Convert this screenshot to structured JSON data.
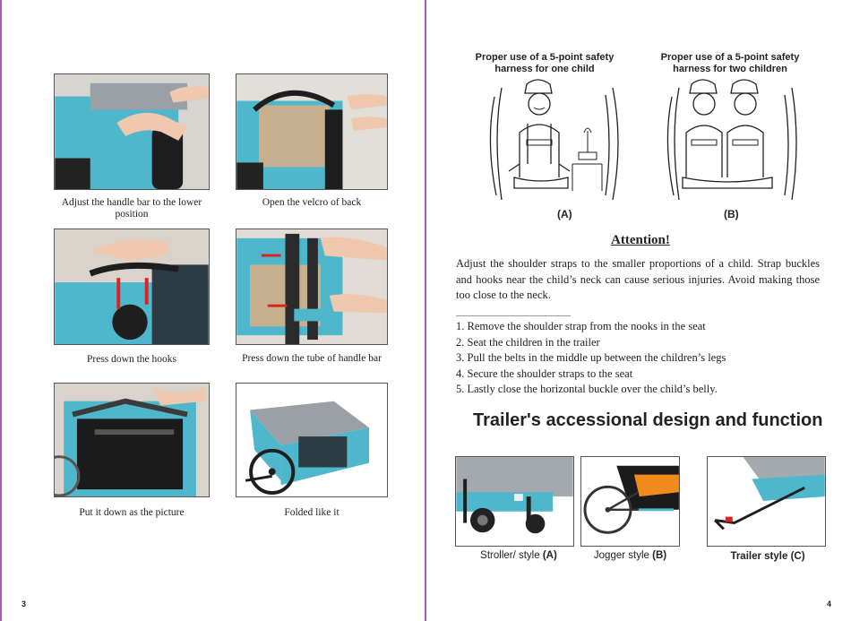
{
  "left_page": {
    "page_number": "3",
    "steps": [
      {
        "caption": "Adjust the handle bar to the lower position",
        "photo_icon": "handlebar-adjust"
      },
      {
        "caption": "Open the velcro of back",
        "photo_icon": "velcro-open"
      },
      {
        "caption": "Press down the hooks",
        "photo_icon": "hooks-press"
      },
      {
        "caption": "Press down the tube of handle bar",
        "photo_icon": "tube-press"
      },
      {
        "caption": "Put it down as the picture",
        "photo_icon": "frame-down"
      },
      {
        "caption": "Folded like it",
        "photo_icon": "folded-trailer"
      }
    ]
  },
  "right_page": {
    "page_number": "4",
    "harness": {
      "one_child_title": "Proper use of a 5-point safety harness for one child",
      "two_children_title": "Proper use of a 5-point safety harness for two children",
      "label_a": "(A)",
      "label_b": "(B)"
    },
    "attention_title": "Attention!",
    "attention_text": "Adjust the shoulder straps to the smaller proportions of a child. Strap buckles and hooks near the child’s neck can cause serious injuries. Avoid making those too close to the neck.",
    "steps": [
      "1. Remove the shoulder strap from the nooks in the seat",
      "2. Seat the children in the trailer",
      "3. Pull the belts in the middle up between the children’s legs",
      "4. Secure the shoulder straps to the seat",
      "5. Lastly close the horizontal buckle over the child’s belly."
    ],
    "section_heading": "Trailer's accessional design and function",
    "styles": [
      {
        "caption": "Stroller/ style",
        "letter": "(A)"
      },
      {
        "caption": "Jogger style",
        "letter": "(B)"
      },
      {
        "caption": "Trailer style",
        "letter": "(C)"
      }
    ]
  },
  "colors": {
    "spine": "#a85ab8",
    "fabric": "#4fb7cc",
    "frame": "#1e1e1e",
    "jogger_orange": "#f08a1c"
  }
}
